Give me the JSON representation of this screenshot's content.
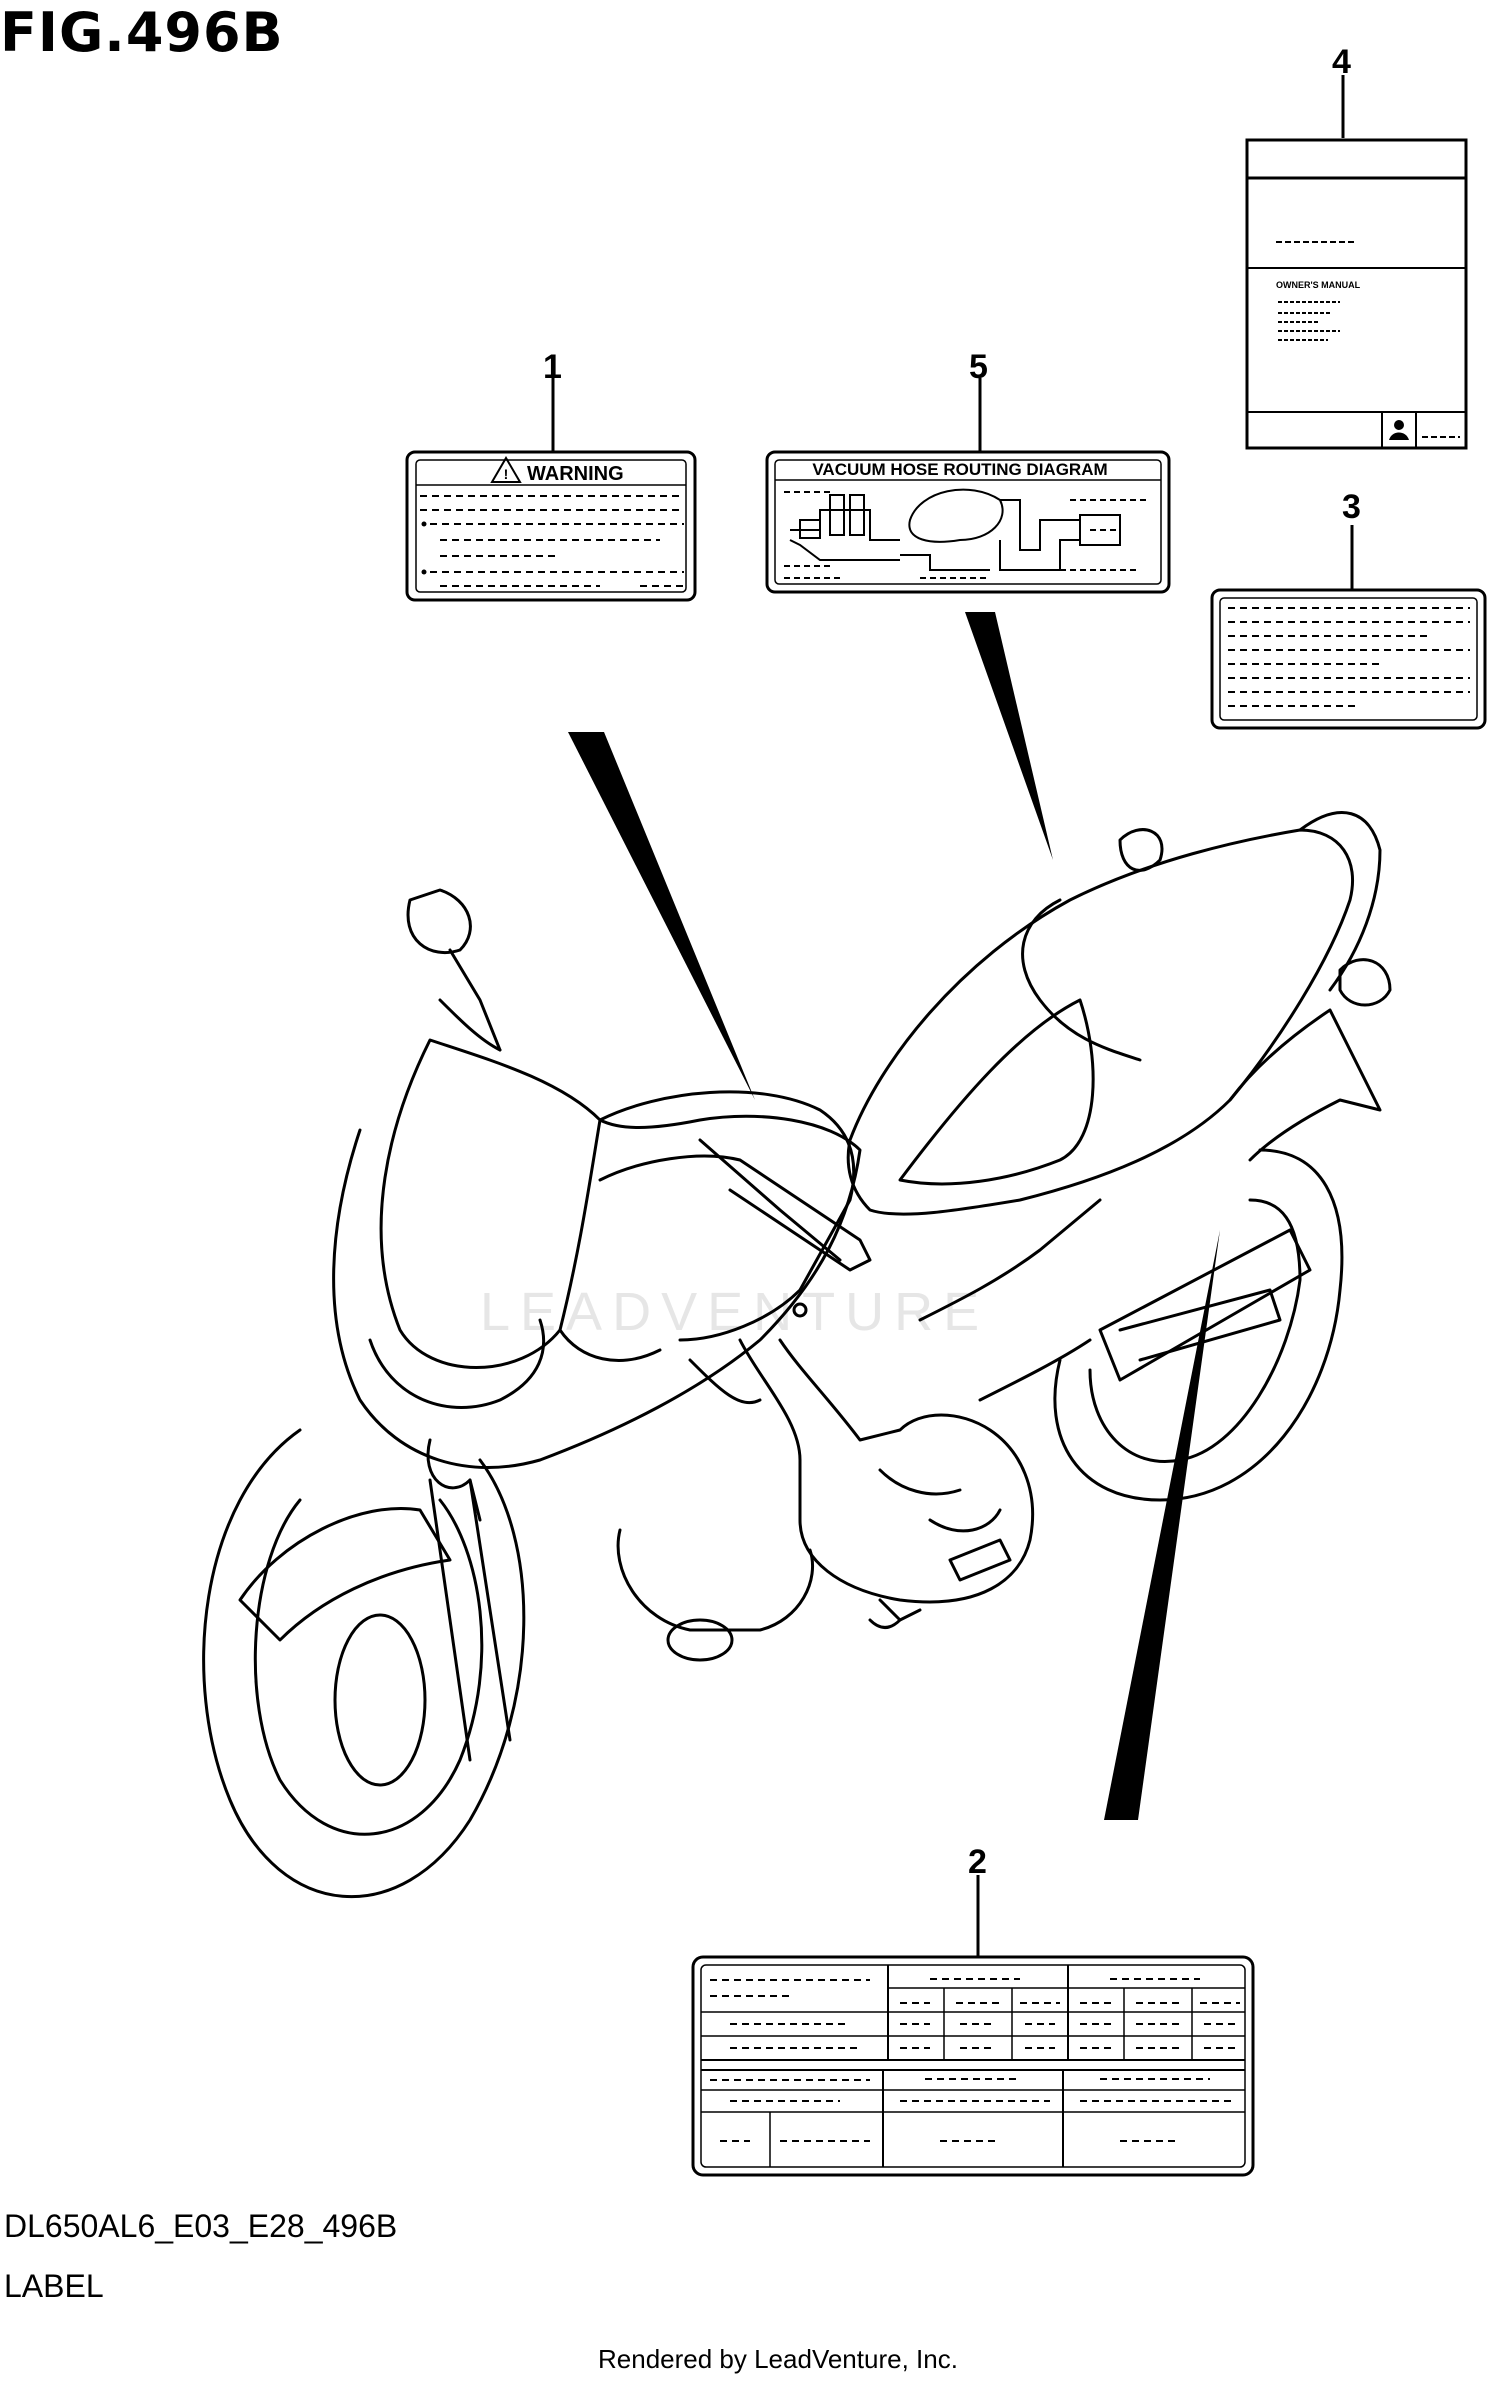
{
  "figure": {
    "title": "FIG.496B",
    "code": "DL650AL6_E03_E28_496B",
    "caption": "LABEL",
    "credit": "Rendered by LeadVenture, Inc.",
    "watermark": "LEADVENTURE"
  },
  "callouts": [
    {
      "number": "1"
    },
    {
      "number": "2"
    },
    {
      "number": "3"
    },
    {
      "number": "4"
    },
    {
      "number": "5"
    }
  ],
  "labels": {
    "warning_label": {
      "heading": "WARNING",
      "icon": "warning-triangle-icon"
    },
    "vacuum_label": {
      "heading": "VACUUM HOSE ROUTING DIAGRAM"
    },
    "manual": {
      "heading": "OWNER'S MANUAL",
      "icon": "rider-icon"
    }
  },
  "colors": {
    "ink": "#000000",
    "paper": "#ffffff",
    "watermark": "#e6e6e6"
  }
}
